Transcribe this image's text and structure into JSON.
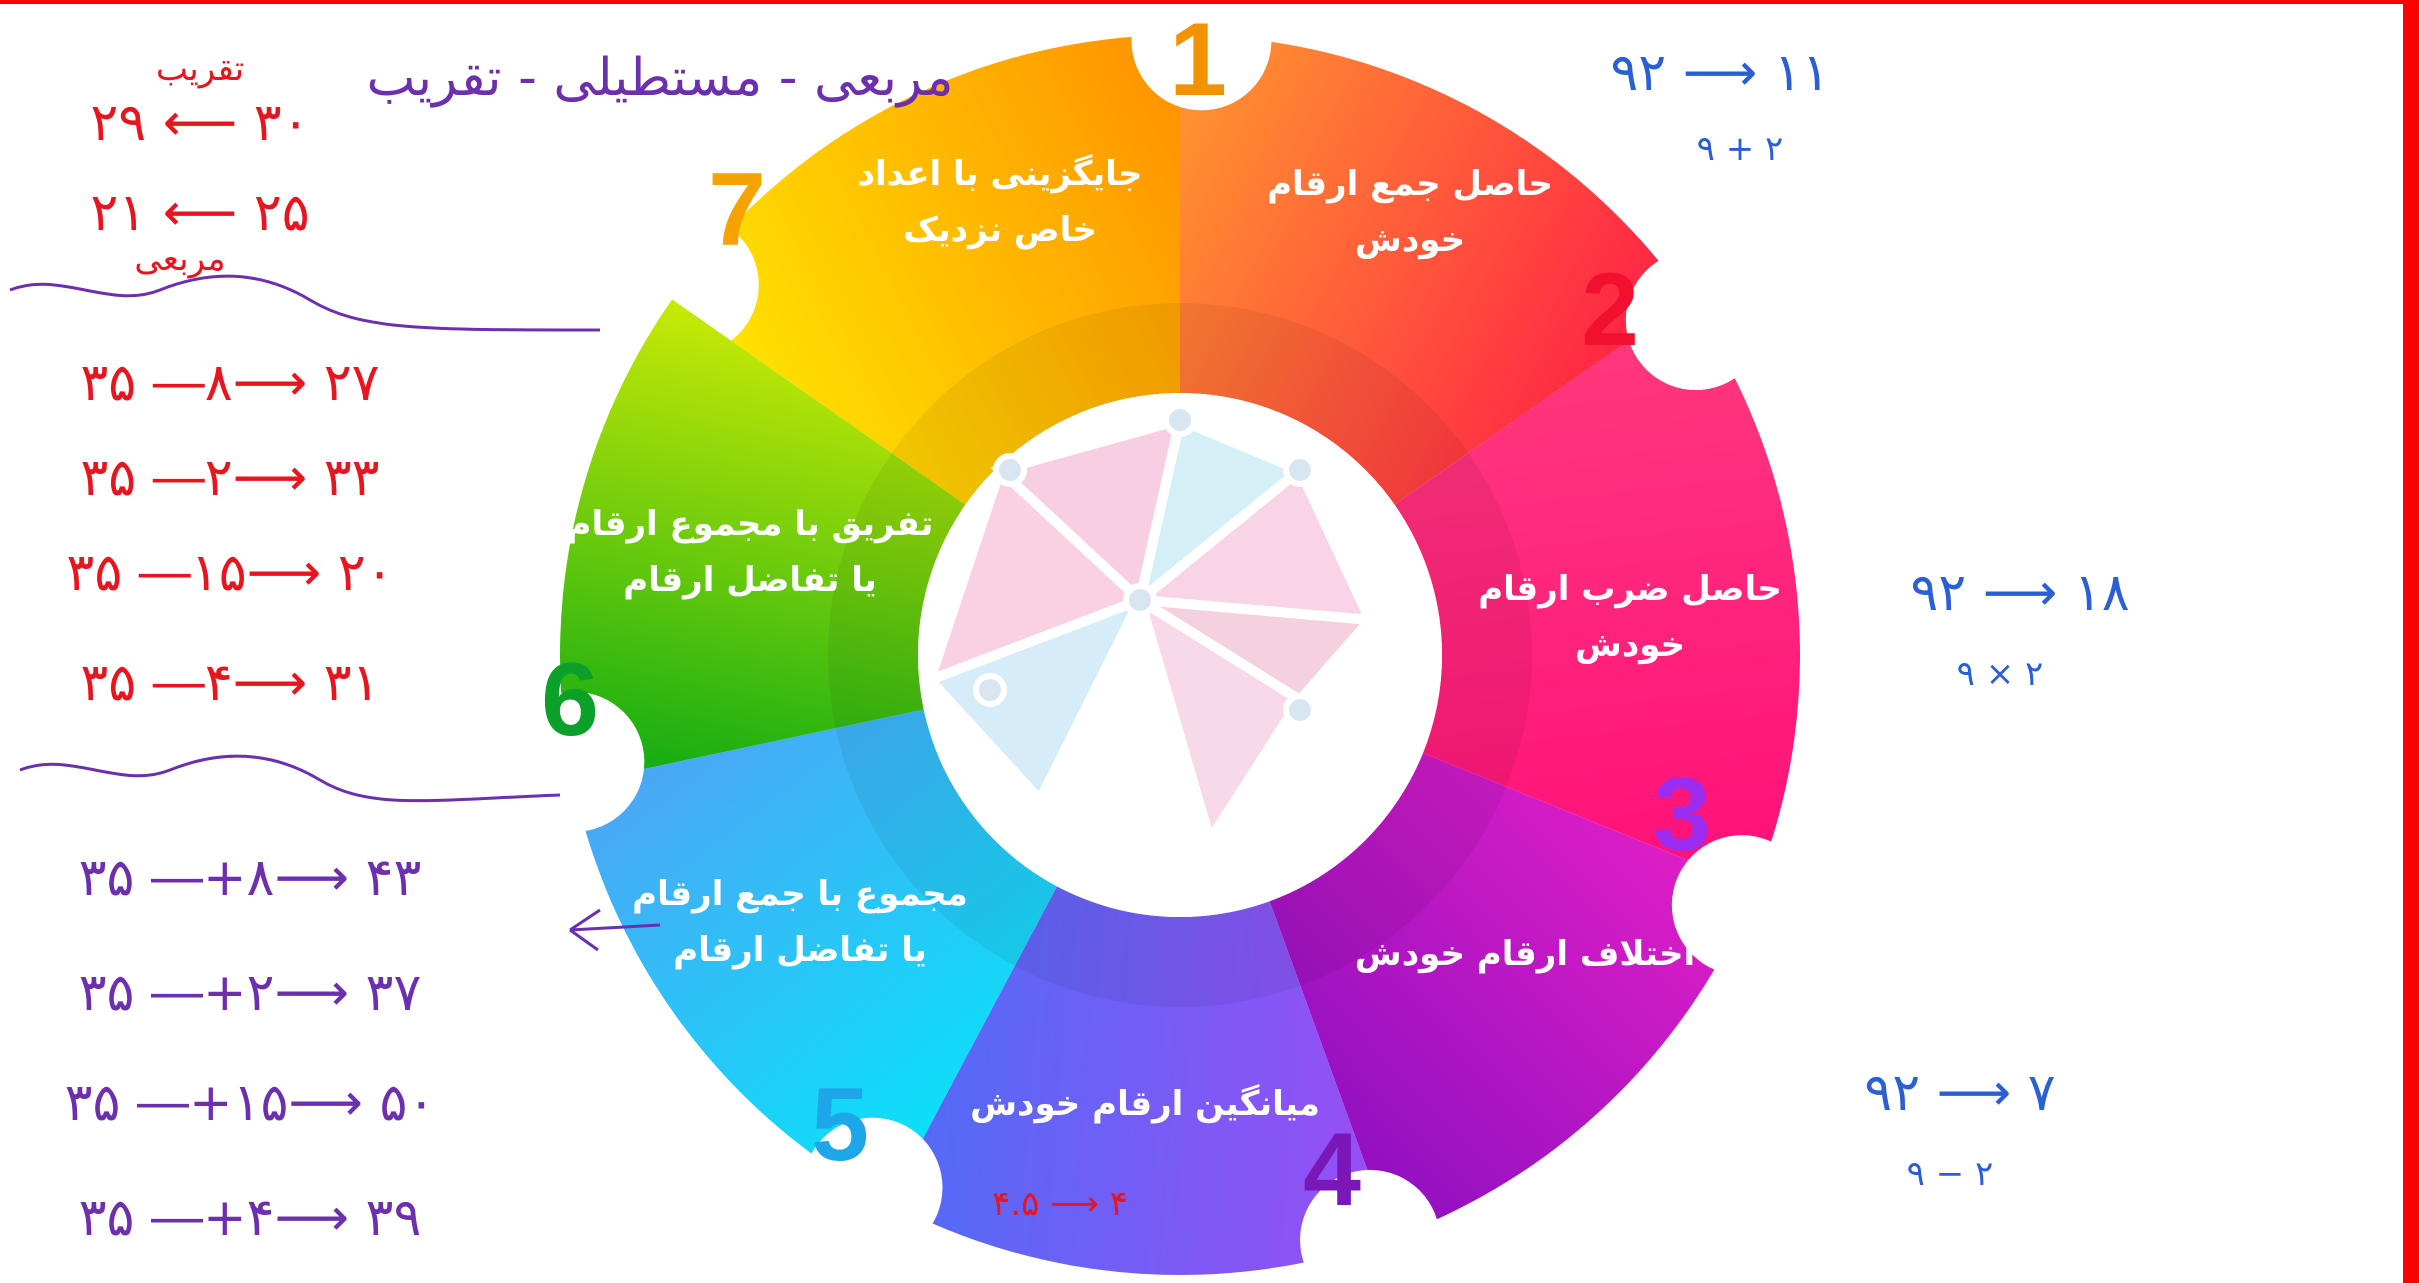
{
  "colors": {
    "frame": "#ff0000",
    "red_ink": "#e8141e",
    "purple_ink": "#6c2fb0",
    "blue_ink": "#2a5fd6"
  },
  "header_note": "مربعی - مستطیلی - تقریب",
  "segments": [
    {
      "number": "1",
      "number_color": "#f39200",
      "lines": [
        "جایگزینی با اعداد",
        "خاص نزدیک"
      ],
      "from": "#ffe600",
      "to": "#ff8f00"
    },
    {
      "number": "2",
      "number_color": "#f2102f",
      "lines": [
        "حاصل جمع ارقام",
        "خودش"
      ],
      "from": "#ff9a2e",
      "to": "#ff1e46"
    },
    {
      "number": "3",
      "number_color": "#9b2cf0",
      "lines": [
        "حاصل ضرب ارقام",
        "خودش"
      ],
      "from": "#ff3a7c",
      "to": "#ff0f7a"
    },
    {
      "number": "4",
      "number_color": "#7a17b8",
      "lines": [
        "اختلاف ارقام خودش"
      ],
      "from": "#e31fc7",
      "to": "#8d0fc0"
    },
    {
      "number": "5",
      "number_color": "#1da6e8",
      "lines": [
        "میانگین ارقام خودش"
      ],
      "from": "#9b4df5",
      "to": "#4f6cf6"
    },
    {
      "number": "6",
      "number_color": "#0ca02a",
      "lines": [
        "مجموع با جمع ارقام",
        "یا تفاضل ارقام"
      ],
      "from": "#08e3f8",
      "to": "#4fa3f5"
    },
    {
      "number": "7",
      "number_color": "#f5a300",
      "lines": [
        "تفریق با مجموع ارقام",
        "یا تفاضل ارقام"
      ],
      "from": "#0aa913",
      "to": "#c9ea06"
    }
  ],
  "left_notes": [
    {
      "text": "۲۹ ⟵ ۳۰",
      "color": "red",
      "size": "large"
    },
    {
      "text": "تقریب",
      "color": "red",
      "size": "small"
    },
    {
      "text": "۲۱ ⟵ ۲۵",
      "color": "red",
      "size": "large"
    },
    {
      "text": "مربعی",
      "color": "red",
      "size": "small"
    },
    {
      "text": "۳۵ ―۸⟶ ۲۷",
      "color": "red",
      "size": "large"
    },
    {
      "text": "۳۵ ―۲⟶ ۳۳",
      "color": "red",
      "size": "large"
    },
    {
      "text": "۳۵ ―۱۵⟶ ۲۰",
      "color": "red",
      "size": "large"
    },
    {
      "text": "۳۵ ―۴⟶ ۳۱",
      "color": "red",
      "size": "large"
    },
    {
      "text": "۳۵ ―+۸⟶ ۴۳",
      "color": "purple",
      "size": "large"
    },
    {
      "text": "۳۵ ―+۲⟶ ۳۷",
      "color": "purple",
      "size": "large"
    },
    {
      "text": "۳۵ ―+۱۵⟶ ۵۰",
      "color": "purple",
      "size": "large"
    },
    {
      "text": "۳۵ ―+۴⟶ ۳۹",
      "color": "purple",
      "size": "large"
    }
  ],
  "right_notes": [
    {
      "text": "۹۲ ⟶ ۱۱",
      "color": "blue",
      "size": "large"
    },
    {
      "text": "۹ + ۲",
      "color": "blue",
      "size": "small"
    },
    {
      "text": "۹۲ ⟶ ۱۸",
      "color": "blue",
      "size": "large"
    },
    {
      "text": "۹ × ۲",
      "color": "blue",
      "size": "small"
    },
    {
      "text": "۹۲ ⟶ ۷",
      "color": "blue",
      "size": "large"
    },
    {
      "text": "۹ − ۲",
      "color": "blue",
      "size": "small"
    },
    {
      "text": "۴.۵ ⟶ ۴",
      "color": "red",
      "size": "small"
    }
  ]
}
